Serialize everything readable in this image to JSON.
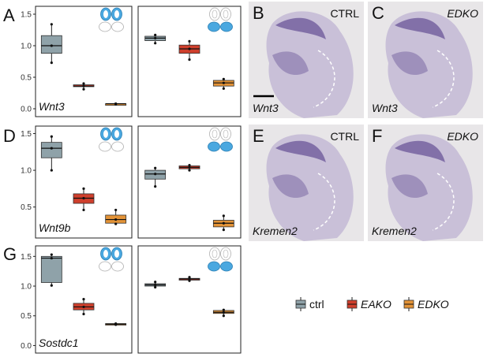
{
  "colors": {
    "ctrl": "#8fa2a9",
    "EAKO": "#cf3f2c",
    "EDKO": "#e39337",
    "icon_fill": "#4aa8e0",
    "panel_bg": "#ffffff",
    "photo_bg": "#e8e6e8",
    "stain": "#6a5698"
  },
  "icons": {
    "left_panels": "embryo-schematic-anterior-blue-icon",
    "right_panels": "embryo-schematic-posterior-blue-icon"
  },
  "chart_data": [
    {
      "type": "box",
      "panel": "A",
      "gene": "Wnt3",
      "yticks": [
        "0.0",
        "0.5",
        "1.0",
        "1.5"
      ],
      "ylim": [
        -0.1,
        1.6
      ],
      "left": [
        {
          "group": "ctrl",
          "min": 0.73,
          "q1": 0.88,
          "median": 1.0,
          "q3": 1.16,
          "max": 1.34
        },
        {
          "group": "EAKO",
          "min": 0.31,
          "q1": 0.35,
          "median": 0.36,
          "q3": 0.38,
          "max": 0.4
        },
        {
          "group": "EDKO",
          "min": 0.07,
          "q1": 0.07,
          "median": 0.08,
          "q3": 0.08,
          "max": 0.08
        }
      ],
      "right": [
        {
          "group": "ctrl",
          "min": 1.04,
          "q1": 1.08,
          "median": 1.12,
          "q3": 1.15,
          "max": 1.17
        },
        {
          "group": "EAKO",
          "min": 0.78,
          "q1": 0.88,
          "median": 0.95,
          "q3": 1.01,
          "max": 1.07
        },
        {
          "group": "EDKO",
          "min": 0.32,
          "q1": 0.36,
          "median": 0.41,
          "q3": 0.45,
          "max": 0.47
        }
      ]
    },
    {
      "type": "box",
      "panel": "D",
      "gene": "Wnt9b",
      "yticks": [
        "0.5",
        "1.0",
        "1.5"
      ],
      "ylim": [
        0.1,
        1.58
      ],
      "left": [
        {
          "group": "ctrl",
          "min": 1.0,
          "q1": 1.17,
          "median": 1.3,
          "q3": 1.38,
          "max": 1.46
        },
        {
          "group": "EAKO",
          "min": 0.46,
          "q1": 0.55,
          "median": 0.62,
          "q3": 0.68,
          "max": 0.75
        },
        {
          "group": "EDKO",
          "min": 0.27,
          "q1": 0.28,
          "median": 0.33,
          "q3": 0.39,
          "max": 0.46
        }
      ],
      "right": [
        {
          "group": "ctrl",
          "min": 0.78,
          "q1": 0.88,
          "median": 0.95,
          "q3": 1.0,
          "max": 1.03
        },
        {
          "group": "EAKO",
          "min": 1.0,
          "q1": 1.02,
          "median": 1.04,
          "q3": 1.06,
          "max": 1.07
        },
        {
          "group": "EDKO",
          "min": 0.19,
          "q1": 0.23,
          "median": 0.28,
          "q3": 0.32,
          "max": 0.38
        }
      ]
    },
    {
      "type": "box",
      "panel": "G",
      "gene": "Sostdc1",
      "yticks": [
        "0.0",
        "0.5",
        "1.0",
        "1.5"
      ],
      "ylim": [
        -0.1,
        1.65
      ],
      "left": [
        {
          "group": "ctrl",
          "min": 1.01,
          "q1": 1.06,
          "median": 1.47,
          "q3": 1.5,
          "max": 1.53
        },
        {
          "group": "EAKO",
          "min": 0.53,
          "q1": 0.6,
          "median": 0.65,
          "q3": 0.71,
          "max": 0.78
        },
        {
          "group": "EDKO",
          "min": 0.35,
          "q1": 0.35,
          "median": 0.36,
          "q3": 0.37,
          "max": 0.37
        }
      ],
      "right": [
        {
          "group": "ctrl",
          "min": 0.98,
          "q1": 1.0,
          "median": 1.02,
          "q3": 1.04,
          "max": 1.07
        },
        {
          "group": "EAKO",
          "min": 1.09,
          "q1": 1.1,
          "median": 1.12,
          "q3": 1.13,
          "max": 1.15
        },
        {
          "group": "EDKO",
          "min": 0.5,
          "q1": 0.54,
          "median": 0.56,
          "q3": 0.59,
          "max": 0.6
        }
      ]
    }
  ],
  "photos": [
    {
      "panel": "B",
      "genotype": "CTRL",
      "gene": "Wnt3",
      "scale_bar": true
    },
    {
      "panel": "C",
      "genotype": "EDKO",
      "gene": "Wnt3",
      "scale_bar": false
    },
    {
      "panel": "E",
      "genotype": "CTRL",
      "gene": "Kremen2",
      "scale_bar": false
    },
    {
      "panel": "F",
      "genotype": "EDKO",
      "gene": "Kremen2",
      "scale_bar": false
    }
  ],
  "legend": [
    {
      "label": "ctrl",
      "key": "ctrl"
    },
    {
      "label": "EAKO",
      "key": "EAKO"
    },
    {
      "label": "EDKO",
      "key": "EDKO"
    }
  ]
}
